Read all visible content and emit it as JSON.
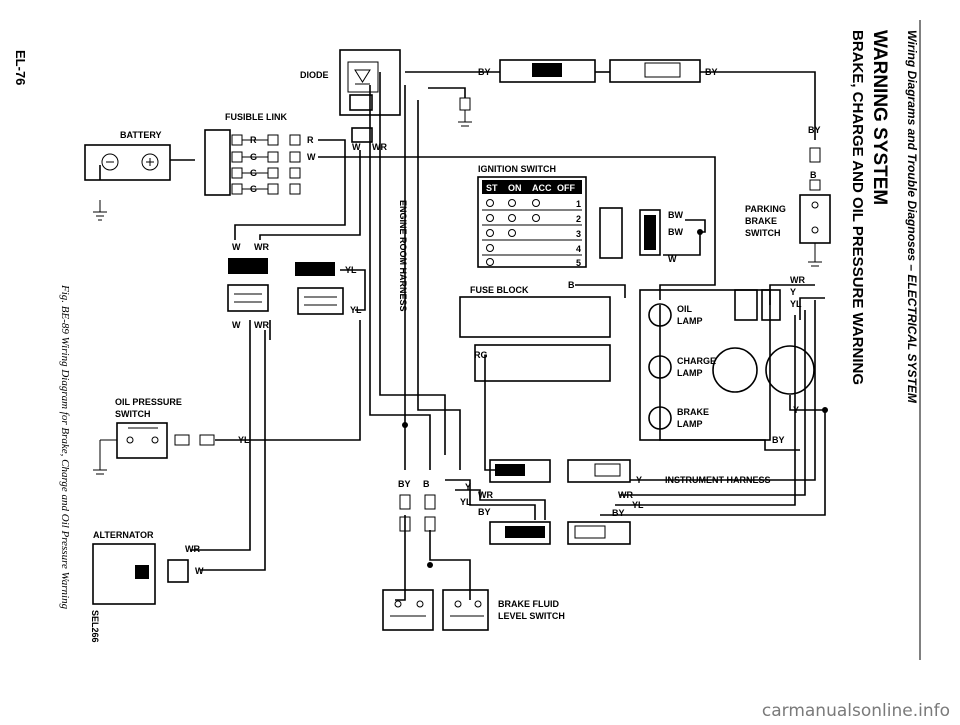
{
  "header": {
    "section": "Wiring Diagrams and Trouble Diagnoses – ELECTRICAL SYSTEM",
    "title": "WARNING SYSTEM",
    "subtitle": "BRAKE, CHARGE AND OIL PRESSURE WARNING"
  },
  "page_number": "EL-76",
  "figure_caption": "Fig. BE-89 Wiring Diagram for Brake, Charge and Oil Pressure Warning",
  "figure_code": "SEL266",
  "watermark": "carmanualsonline.info",
  "components": {
    "battery": "BATTERY",
    "fusible_link": "FUSIBLE LINK",
    "diode": "DIODE",
    "ignition_switch": "IGNITION SWITCH",
    "fuse_block": "FUSE BLOCK",
    "parking_brake_switch": [
      "PARKING",
      "BRAKE",
      "SWITCH"
    ],
    "oil_lamp": [
      "OIL",
      "LAMP"
    ],
    "charge_lamp": [
      "CHARGE",
      "LAMP"
    ],
    "brake_lamp": [
      "BRAKE",
      "LAMP"
    ],
    "oil_pressure_switch": [
      "OIL PRESSURE",
      "SWITCH"
    ],
    "alternator": "ALTERNATOR",
    "brake_fluid_level_switch": [
      "BRAKE FLUID",
      "LEVEL SWITCH"
    ],
    "engine_room_harness": "ENGINE ROOM HARNESS",
    "instrument_harness": "INSTRUMENT HARNESS"
  },
  "ignition_positions": [
    "ST",
    "ON",
    "ACC",
    "OFF"
  ],
  "ignition_terminals": [
    "1",
    "2",
    "3",
    "4",
    "5"
  ],
  "wire_colors": {
    "BY": "BY",
    "B": "B",
    "W": "W",
    "WR": "WR",
    "R": "R",
    "G": "G",
    "YL": "YL",
    "Y": "Y",
    "BW": "BW",
    "RG": "RG"
  }
}
